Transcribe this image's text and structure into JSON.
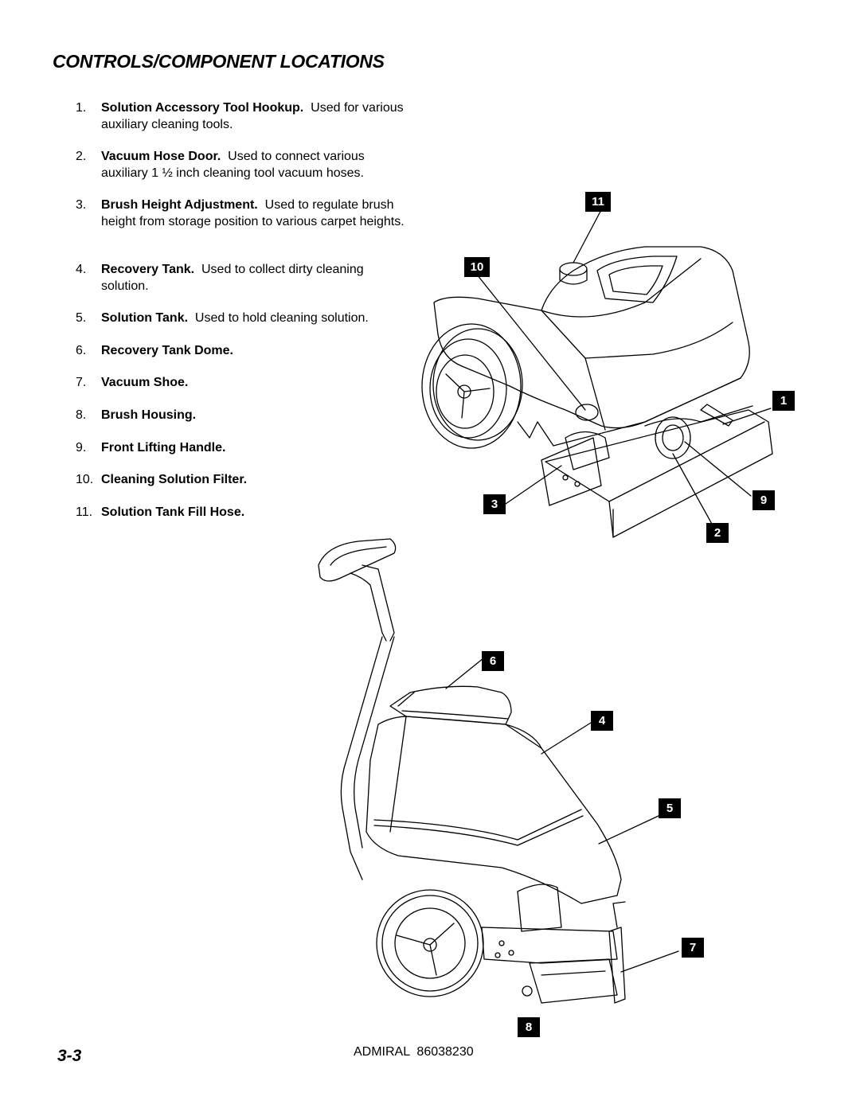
{
  "title": "CONTROLS/COMPONENT LOCATIONS",
  "items": [
    {
      "num": "1.",
      "term": "Solution Accessory Tool Hookup.",
      "desc": "Used for various auxiliary cleaning tools."
    },
    {
      "num": "2.",
      "term": "Vacuum Hose Door.",
      "desc": "Used to connect various auxiliary 1 ½ inch cleaning tool vacuum hoses."
    },
    {
      "num": "3.",
      "term": "Brush Height Adjustment.",
      "desc": "Used to regulate brush height from storage position to various carpet heights."
    },
    {
      "num": "4.",
      "term": "Recovery Tank.",
      "desc": "Used to collect dirty cleaning solution."
    },
    {
      "num": "5.",
      "term": "Solution Tank.",
      "desc": "Used to hold cleaning solution."
    },
    {
      "num": "6.",
      "term": "Recovery Tank Dome.",
      "desc": ""
    },
    {
      "num": "7.",
      "term": "Vacuum Shoe.",
      "desc": ""
    },
    {
      "num": "8.",
      "term": "Brush Housing.",
      "desc": ""
    },
    {
      "num": "9.",
      "term": "Front Lifting Handle.",
      "desc": ""
    },
    {
      "num": "10.",
      "term": "Cleaning Solution Filter.",
      "desc": ""
    },
    {
      "num": "11.",
      "term": "Solution Tank Fill Hose.",
      "desc": ""
    }
  ],
  "callouts": {
    "c1": "1",
    "c2": "2",
    "c3": "3",
    "c4": "4",
    "c5": "5",
    "c6": "6",
    "c7": "7",
    "c8": "8",
    "c9": "9",
    "c10": "10",
    "c11": "11"
  },
  "footer": {
    "page_number": "3-3",
    "reference": "ADMIRAL  86038230"
  }
}
